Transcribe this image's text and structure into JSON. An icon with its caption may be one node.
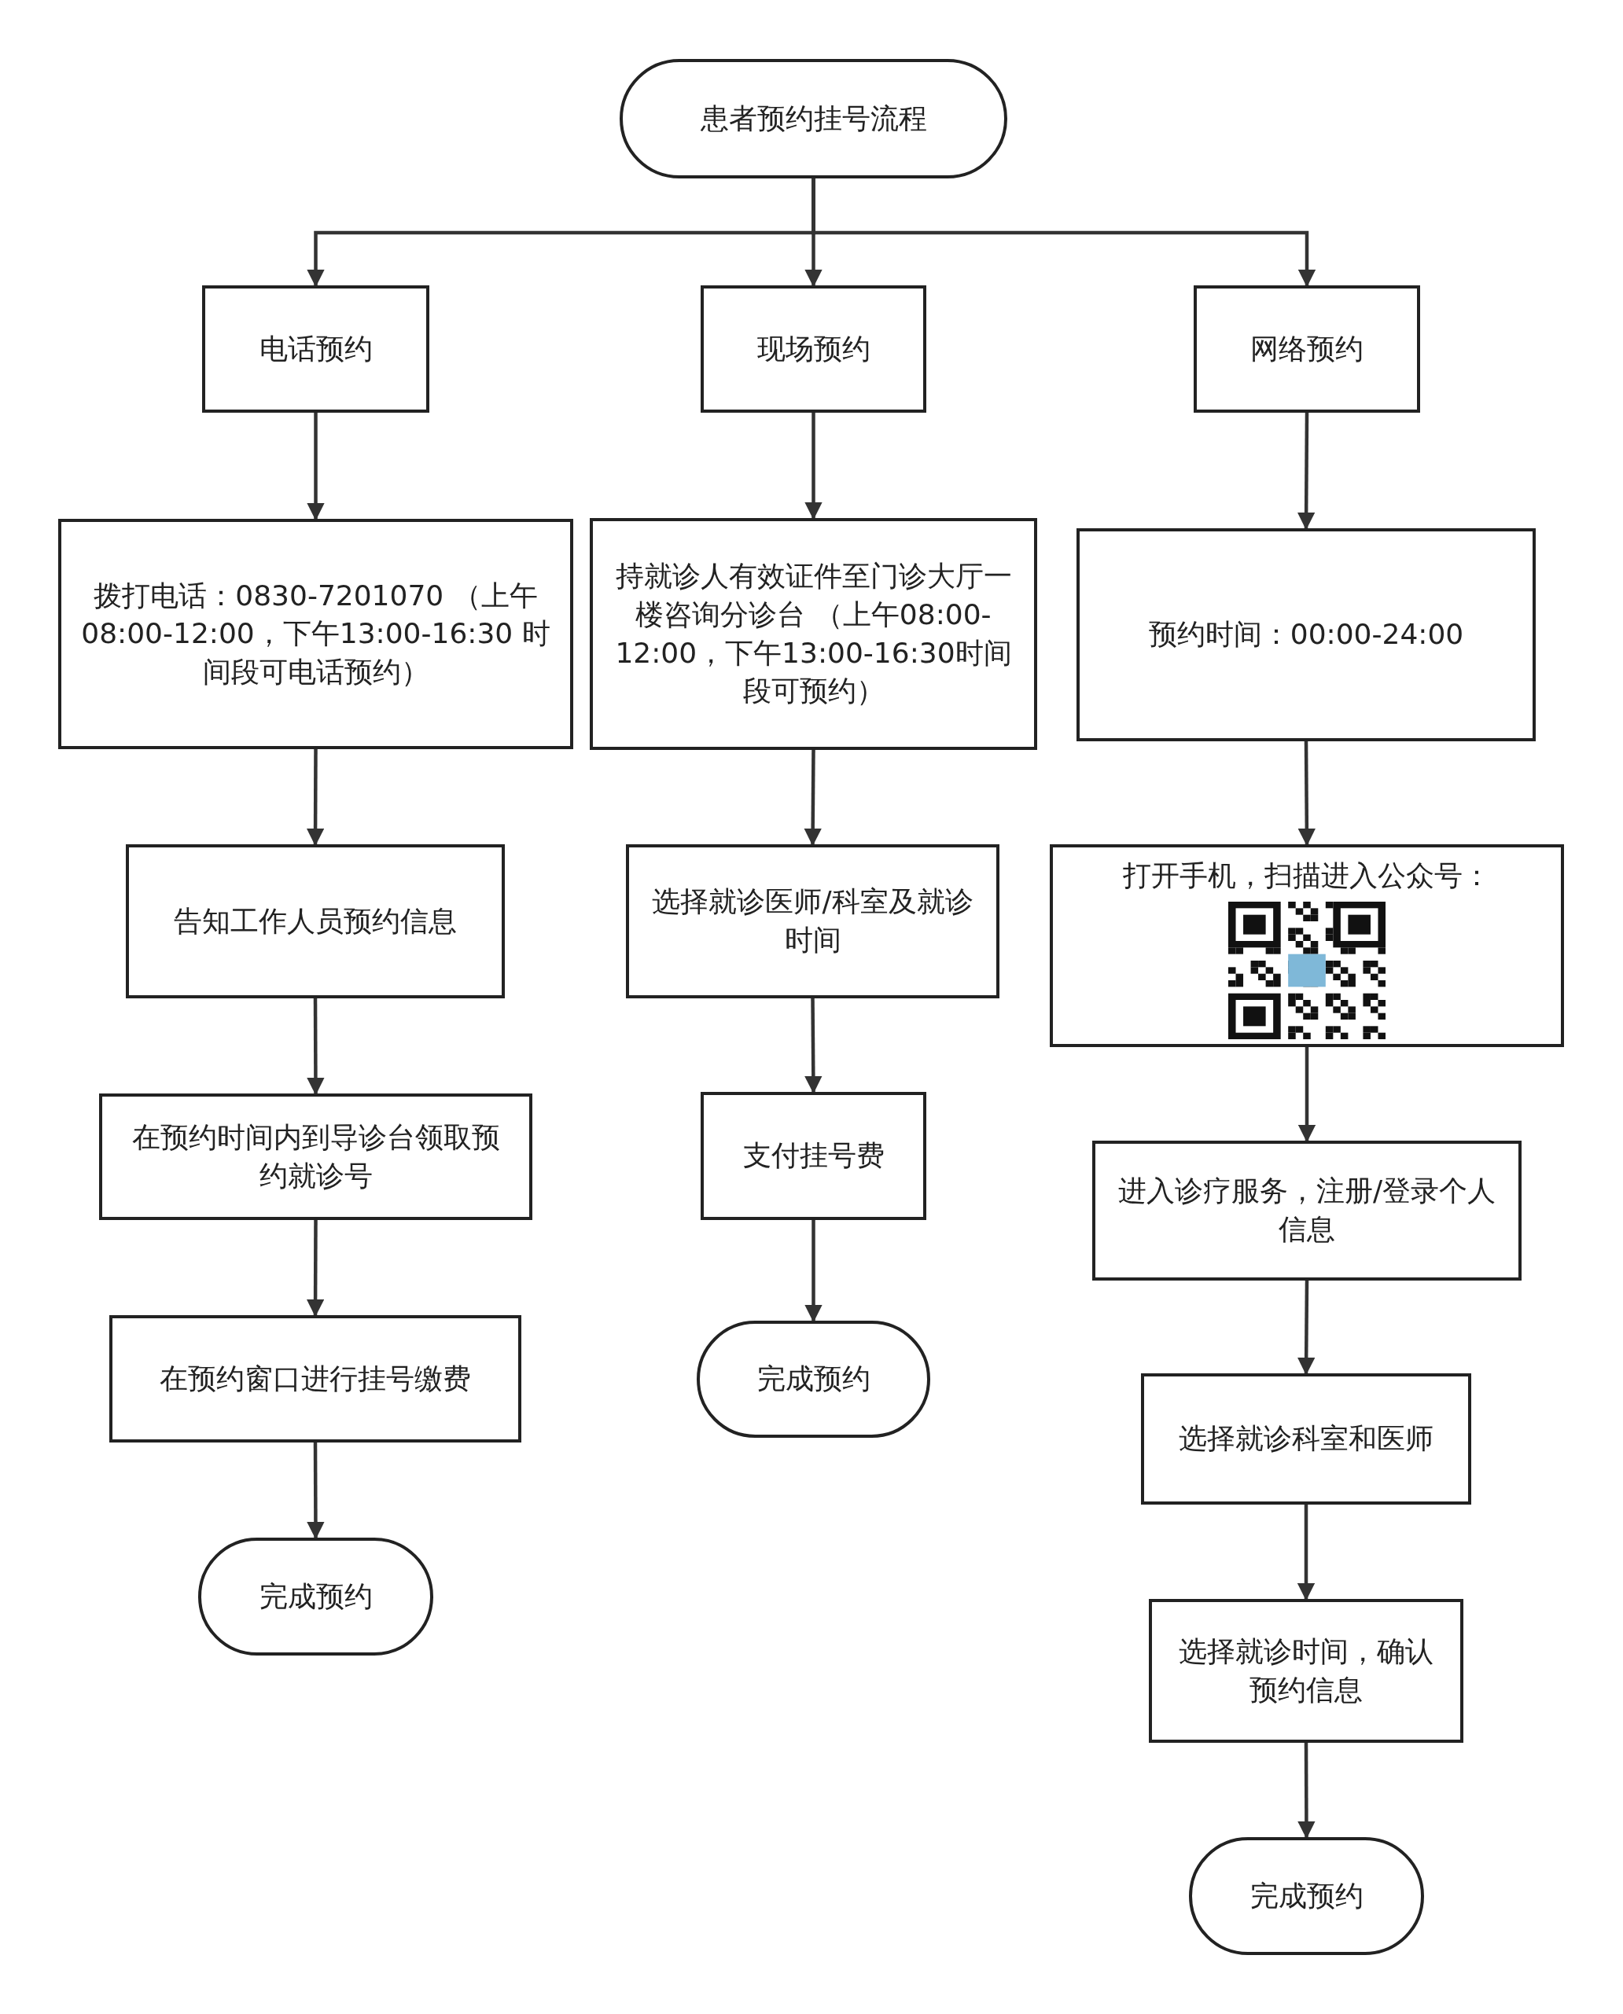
{
  "diagram": {
    "nodes": [
      {
        "text": [
          "患者预约挂号流程"
        ]
      },
      {
        "text": [
          "电话预约"
        ]
      },
      {
        "text": [
          "现场预约"
        ]
      },
      {
        "text": [
          "网络预约"
        ]
      },
      {
        "text": [
          "拨打电话：0830-7201070 （上午08:00-12:00，下午13:00-16:30 时间段可电话预约）"
        ]
      },
      {
        "text": [
          "持就诊人有效证件至门诊大厅一楼咨询分诊台 （上午08:00-12:00，下午13:00-16:30时间段可预约）"
        ]
      },
      {
        "text": [
          "预约时间：00:00-24:00"
        ]
      },
      {
        "text": [
          "告知工作人员预约信息"
        ]
      },
      {
        "text": [
          "选择就诊医师/科室及就诊时间"
        ]
      },
      {
        "text": [
          "打开手机，扫描进入公众号："
        ]
      },
      {
        "text": [
          "在预约时间内到导诊台领取预约就诊号"
        ]
      },
      {
        "text": [
          "支付挂号费"
        ]
      },
      {
        "text": [
          "进入诊疗服务，注册/登录个人信息"
        ]
      },
      {
        "text": [
          "在预约窗口进行挂号缴费"
        ]
      },
      {
        "text": [
          "完成预约"
        ]
      },
      {
        "text": [
          "选择就诊科室和医师"
        ]
      },
      {
        "text": [
          "完成预约"
        ]
      },
      {
        "text": [
          "选择就诊时间，确认预约信息"
        ]
      },
      {
        "text": [
          "完成预约"
        ]
      }
    ],
    "edges": [
      {
        "from": 0,
        "to": 1,
        "arrow": "to"
      },
      {
        "from": 0,
        "to": 2,
        "arrow": "to"
      },
      {
        "from": 0,
        "to": 3,
        "arrow": "to"
      },
      {
        "from": 1,
        "to": 4,
        "arrow": "to"
      },
      {
        "from": 4,
        "to": 7,
        "arrow": "to"
      },
      {
        "from": 7,
        "to": 10,
        "arrow": "to"
      },
      {
        "from": 10,
        "to": 13,
        "arrow": "to"
      },
      {
        "from": 13,
        "to": 16,
        "arrow": "to"
      },
      {
        "from": 2,
        "to": 5,
        "arrow": "to"
      },
      {
        "from": 5,
        "to": 8,
        "arrow": "to"
      },
      {
        "from": 8,
        "to": 11,
        "arrow": "to"
      },
      {
        "from": 11,
        "to": 14,
        "arrow": "to"
      },
      {
        "from": 3,
        "to": 6,
        "arrow": "to"
      },
      {
        "from": 6,
        "to": 9,
        "arrow": "to"
      },
      {
        "from": 9,
        "to": 12,
        "arrow": "to"
      },
      {
        "from": 12,
        "to": 15,
        "arrow": "to"
      },
      {
        "from": 15,
        "to": 17,
        "arrow": "to"
      },
      {
        "from": 17,
        "to": 18,
        "arrow": "to"
      }
    ]
  }
}
